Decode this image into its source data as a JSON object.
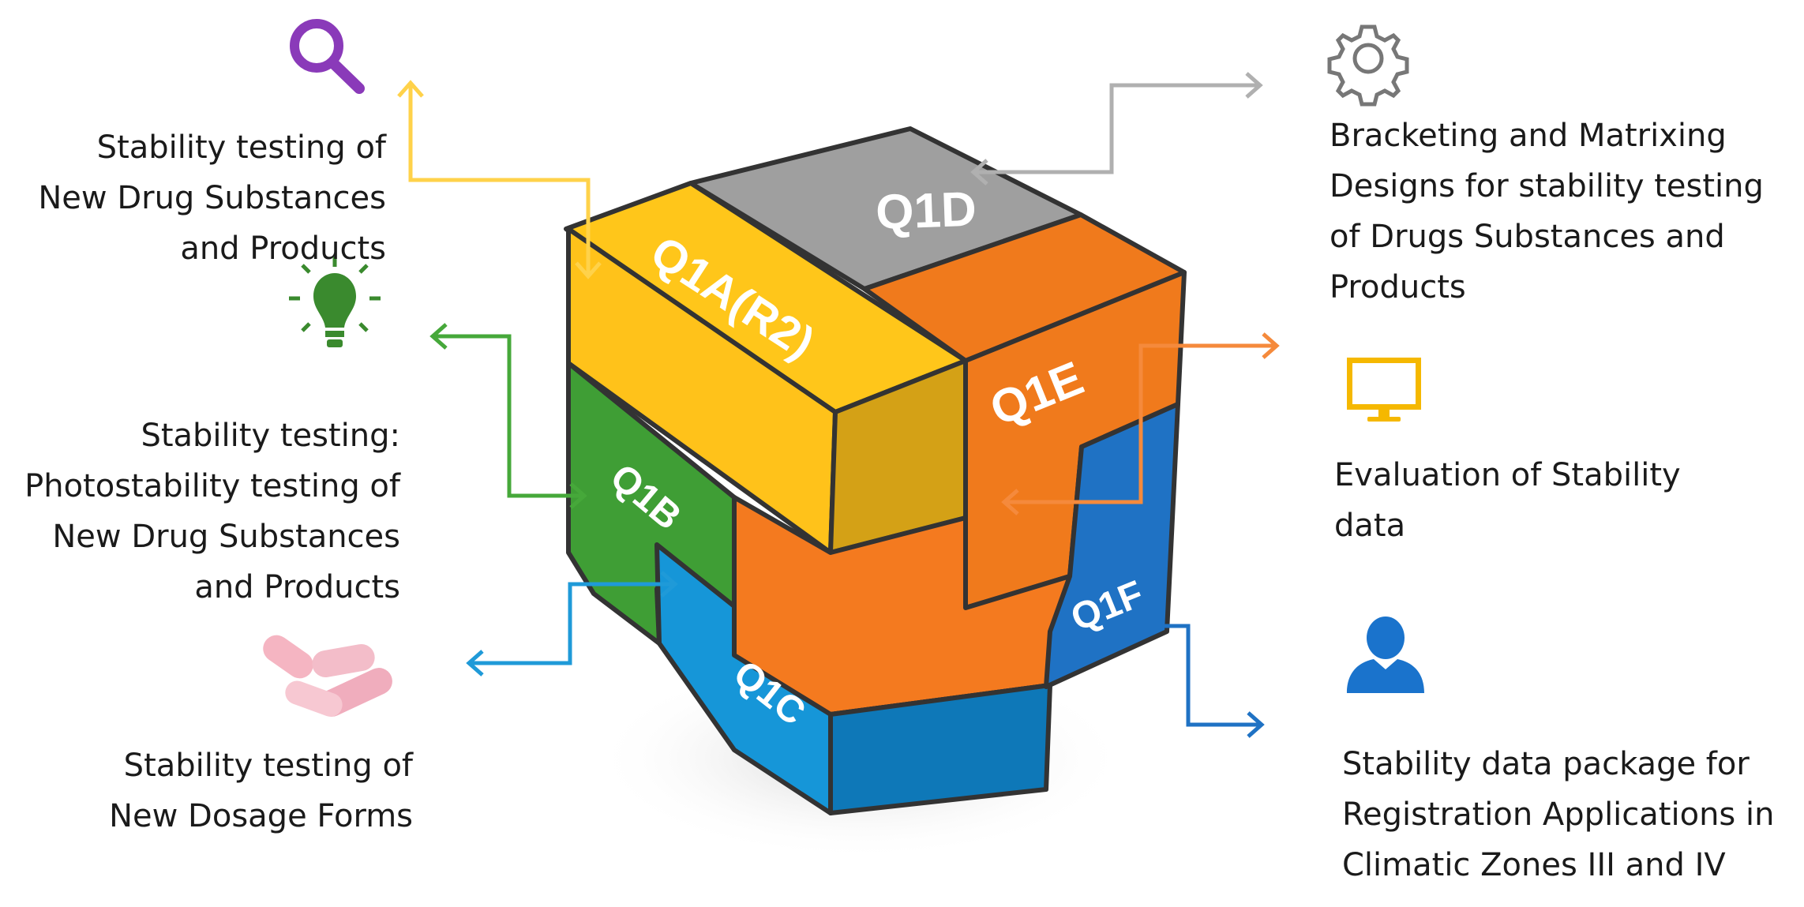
{
  "cube_labels": {
    "q1d": "Q1D",
    "q1a": "Q1A(R2)",
    "q1e": "Q1E",
    "q1b": "Q1B",
    "q1c": "Q1C",
    "q1f": "Q1F"
  },
  "descriptions": {
    "q1a": [
      "Stability testing of",
      "New Drug Substances",
      "and Products"
    ],
    "q1b": [
      "Stability testing:",
      "Photostability testing of",
      "New Drug Substances",
      "and Products"
    ],
    "q1c": [
      "Stability testing of",
      "New Dosage Forms"
    ],
    "q1d": [
      "Bracketing and Matrixing",
      "Designs for stability testing",
      "of Drugs Substances and",
      "Products"
    ],
    "q1e": [
      "Evaluation of Stability",
      "data"
    ],
    "q1f": [
      "Stability data package for",
      "Registration Applications in",
      "Climatic Zones III and IV"
    ]
  },
  "icons": {
    "q1a": "search-icon",
    "q1b": "lightbulb-icon",
    "q1c": "capsules-icon",
    "q1d": "gear-icon",
    "q1e": "monitor-icon",
    "q1f": "user-icon"
  },
  "colors": {
    "q1a": "#ffc61a",
    "q1b": "#3f9e35",
    "q1c": "#1696d8",
    "q1d": "#9c9c9c",
    "q1e": "#f47a1f",
    "q1f": "#1f72c4",
    "icon_search": "#8a3ab9",
    "icon_bulb": "#3a8a2e",
    "icon_gear": "#777777",
    "icon_monitor": "#f5b800",
    "icon_user": "#1a73cc",
    "icon_capsules": "#f2a0b0"
  }
}
